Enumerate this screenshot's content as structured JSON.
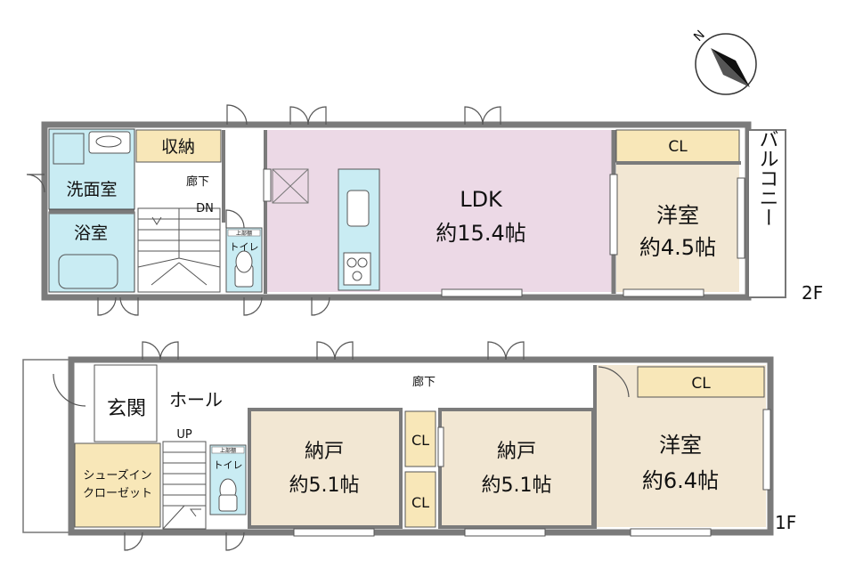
{
  "compass": {
    "north_label": "N"
  },
  "floor2": {
    "floor_label": "2F",
    "washroom": "洗面室",
    "storage": "収納",
    "hallway": "廊下",
    "stair_dn": "DN",
    "bath": "浴室",
    "toilet": "トイレ",
    "toilet_tank": "上部棚",
    "ldk_name": "LDK",
    "ldk_size": "約15.4帖",
    "closet": "CL",
    "western_name": "洋室",
    "western_size": "約4.5帖",
    "balcony": "バルコニー"
  },
  "floor1": {
    "floor_label": "1F",
    "entrance": "玄関",
    "hall": "ホール",
    "hallway": "廊下",
    "stair_up": "UP",
    "shoes_closet_line1": "シューズイン",
    "shoes_closet_line2": "クローゼット",
    "toilet": "トイレ",
    "toilet_tank": "上部棚",
    "storeroom1_name": "納戸",
    "storeroom1_size": "約5.1帖",
    "closet_a": "CL",
    "closet_b": "CL",
    "storeroom2_name": "納戸",
    "storeroom2_size": "約5.1帖",
    "western_closet": "CL",
    "western_name": "洋室",
    "western_size": "約6.4帖"
  },
  "colors": {
    "wall": "#7b7b7b",
    "ldk_fill": "#ecd9e6",
    "room_fill": "#f2e7d3",
    "closet_fill": "#f8e7b8",
    "wet_fill": "#c9ecf3"
  }
}
